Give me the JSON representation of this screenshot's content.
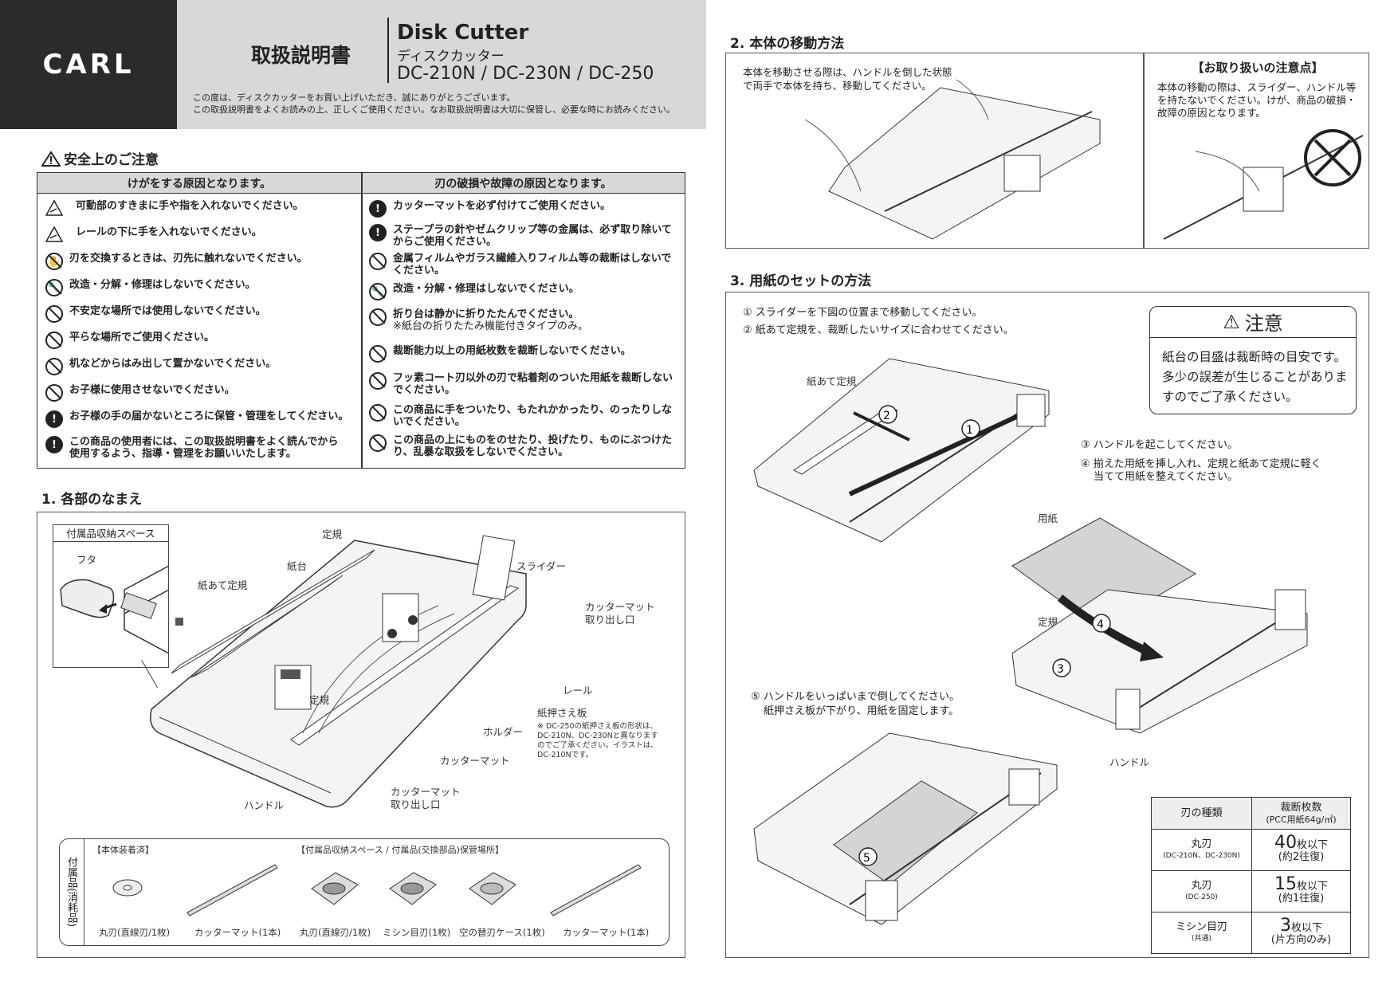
{
  "header": {
    "logo": "CARL",
    "manual_title": "取扱説明書",
    "product_en": "Disk Cutter",
    "product_jp": "ディスクカッター",
    "models": "DC-210N / DC-230N / DC-250",
    "thanks_line1": "この度は、ディスクカッターをお買い上げいただき、誠にありがとうございます。",
    "thanks_line2": "この取扱説明書をよくお読みの上、正しくご使用ください。なお取扱説明書は大切に保管し、必要な時にお読みください。"
  },
  "safety": {
    "title": "安全上のご注意",
    "col_left": "けがをする原因となります。",
    "col_right": "刃の破損や故障の原因となります。",
    "left_items": [
      "可動部のすきまに手や指を入れないでください。",
      "レールの下に手を入れないでください。",
      "刃を交換するときは、刃先に触れないでください。",
      "改造・分解・修理はしないでください。",
      "不安定な場所では使用しないでください。",
      "平らな場所でご使用ください。",
      "机などからはみ出して置かないでください。",
      "お子様に使用させないでください。",
      "お子様の手の届かないところに保管・管理をしてください。",
      "この商品の使用者には、この取扱説明書をよく読んでから使用するよう、指導・管理をお願いいたします。"
    ],
    "right_items": [
      "カッターマットを必ず付けてご使用ください。",
      "ステープラの針やゼムクリップ等の金属は、必ず取り除いてからご使用ください。",
      "金属フィルムやガラス繊維入りフィルム等の裁断はしないでください。",
      "改造・分解・修理はしないでください。",
      "折り台は静かに折りたたんでください。",
      "※紙台の折りたたみ機能付きタイプのみ。",
      "裁断能力以上の用紙枚数を裁断しないでください。",
      "フッ素コート刃以外の刃で粘着剤のついた用紙を裁断しないでください。",
      "この商品に手をついたり、もたれかかったり、のったりしないでください。",
      "この商品の上にものをのせたり、投げたり、ものにぶつけたり、乱暴な取扱をしないでください。"
    ]
  },
  "parts": {
    "title": "1. 各部のなまえ",
    "inset_title": "付属品収納スペース",
    "labels": {
      "lid": "フタ",
      "ruler": "定規",
      "paper_table": "紙台",
      "paper_guide": "紙あて定規",
      "slider": "スライダー",
      "mat_exit_top_1": "カッターマット",
      "mat_exit_top_2": "取り出し口",
      "rail": "レール",
      "ruler2": "定規",
      "clamp": "紙押さえ板",
      "holder": "ホルダー",
      "note": "※ DC-250の紙押さえ板の形状は、DC-210N、DC-230Nと異なりますのでご了承ください。イラストは、DC-210Nです。",
      "cutter_mat": "カッターマット",
      "handle": "ハンドル",
      "mat_exit_bot_1": "カッターマット",
      "mat_exit_bot_2": "取り出し口"
    },
    "accessories": {
      "side_label": "付属品(消耗品)",
      "group1": "【本体装着済】",
      "group2": "【付属品収納スペース / 付属品(交換部品)保管場所】",
      "items": [
        "丸刃(直線刃/1枚)",
        "カッターマット(1本)",
        "丸刃(直線刃/1枚)",
        "ミシン目刃(1枚)",
        "空の替刃ケース(1枚)",
        "カッターマット(1本)"
      ]
    }
  },
  "move": {
    "title": "2. 本体の移動方法",
    "text": "本体を移動させる際は、ハンドルを倒した状態で両手で本体を持ち、移動してください。",
    "caution_title": "【お取り扱いの注意点】",
    "caution_text": "本体の移動の際は、スライダー、ハンドル等を持たないでください。けが、商品の破損・故障の原因となります。"
  },
  "setup": {
    "title": "3. 用紙のセットの方法",
    "step1": "① スライダーを下図の位置まで移動してください。",
    "step2": "② 紙あて定規を、裁断したいサイズに合わせてください。",
    "step3": "③ ハンドルを起こしてください。",
    "step4a": "④ 揃えた用紙を挿し入れ、定規と紙あて定規に軽く",
    "step4b": "当てて用紙を整えてください。",
    "step5a": "⑤ ハンドルをいっぱいまで倒してください。",
    "step5b": "紙押さえ板が下がり、用紙を固定します。",
    "label_guide": "紙あて定規",
    "label_paper": "用紙",
    "label_ruler": "定規",
    "label_handle": "ハンドル",
    "caution_head": "注意",
    "caution_body": "紙台の目盛は裁断時の目安です。多少の誤差が生じることがありますのでご了承ください。"
  },
  "spec_table": {
    "h1": "刃の種類",
    "h2a": "裁断枚数",
    "h2b": "(PCC用紙64g/㎡)",
    "rows": [
      {
        "blade": "丸刃",
        "sub": "(DC-210N、DC-230N)",
        "num": "40",
        "unit": "枚以下",
        "note": "(約2往復)"
      },
      {
        "blade": "丸刃",
        "sub": "(DC-250)",
        "num": "15",
        "unit": "枚以下",
        "note": "(約1往復)"
      },
      {
        "blade": "ミシン目刃",
        "sub": "(共通)",
        "num": "3",
        "unit": "枚以下",
        "note": "(片方向のみ)"
      }
    ]
  }
}
